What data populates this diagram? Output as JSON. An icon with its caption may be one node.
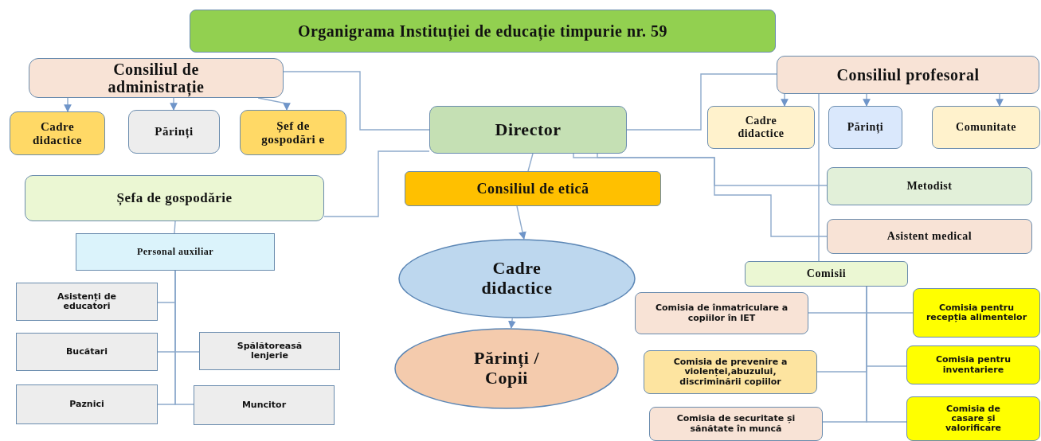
{
  "diagram": {
    "nodes": [
      {
        "text": [
          "Organigrama Instituției de educație timpurie nr. 59"
        ]
      },
      {
        "text": [
          "Consiliul de administrație"
        ]
      },
      {
        "text": [
          "Cadre didactice"
        ]
      },
      {
        "text": [
          "Părinți"
        ]
      },
      {
        "text": [
          "Șef de gospodări e"
        ]
      },
      {
        "text": [
          "Director"
        ]
      },
      {
        "text": [
          "Consiliul profesoral"
        ]
      },
      {
        "text": [
          "Cadre didactice"
        ]
      },
      {
        "text": [
          "Părinți"
        ]
      },
      {
        "text": [
          "Comunitate"
        ]
      },
      {
        "text": [
          "Șefa de gospodărie"
        ]
      },
      {
        "text": [
          "Consiliul de etică"
        ]
      },
      {
        "text": [
          "Metodist"
        ]
      },
      {
        "text": [
          "Personal auxiliar"
        ]
      },
      {
        "text": [
          "Cadre didactice"
        ]
      },
      {
        "text": [
          "Asistent medical"
        ]
      },
      {
        "text": [
          "Comisii"
        ]
      },
      {
        "text": [
          "Asistenți de educatori"
        ]
      },
      {
        "text": [
          "Comisia de înmatriculare a copiilor în IET"
        ]
      },
      {
        "text": [
          "Comisia pentru recepția alimentelor"
        ]
      },
      {
        "text": [
          "Bucătari"
        ]
      },
      {
        "text": [
          "Spălătoreasă lenjerie"
        ]
      },
      {
        "text": [
          "Părinți / Copii"
        ]
      },
      {
        "text": [
          "Comisia de prevenire a violenței,abuzului, discriminării copiilor"
        ]
      },
      {
        "text": [
          "Comisia pentru inventariere"
        ]
      },
      {
        "text": [
          "Paznici"
        ]
      },
      {
        "text": [
          "Muncitor"
        ]
      },
      {
        "text": [
          "Comisia de securitate și sănătate în muncă"
        ]
      },
      {
        "text": [
          "Comisia de casare și valorificare"
        ]
      }
    ],
    "edges": [
      {
        "from": 1,
        "to": 5,
        "arrow": "none"
      },
      {
        "from": 1,
        "to": 2,
        "arrow": "to"
      },
      {
        "from": 1,
        "to": 3,
        "arrow": "to"
      },
      {
        "from": 1,
        "to": 4,
        "arrow": "to"
      },
      {
        "from": 5,
        "to": 10,
        "arrow": "none"
      },
      {
        "from": 5,
        "to": 6,
        "arrow": "none"
      },
      {
        "from": 6,
        "to": 7,
        "arrow": "to"
      },
      {
        "from": 6,
        "to": 8,
        "arrow": "to"
      },
      {
        "from": 6,
        "to": 9,
        "arrow": "to"
      },
      {
        "from": 5,
        "to": 11,
        "arrow": "none"
      },
      {
        "from": 11,
        "to": 14,
        "arrow": "to"
      },
      {
        "from": 14,
        "to": 22,
        "arrow": "to"
      },
      {
        "from": 5,
        "to": 12,
        "arrow": "none"
      },
      {
        "from": 5,
        "to": 15,
        "arrow": "none"
      },
      {
        "from": 6,
        "to": 16,
        "arrow": "none"
      },
      {
        "from": 10,
        "to": 13,
        "arrow": "none"
      },
      {
        "from": 13,
        "to": 17,
        "arrow": "none"
      },
      {
        "from": 13,
        "to": 20,
        "arrow": "none"
      },
      {
        "from": 13,
        "to": 21,
        "arrow": "none"
      },
      {
        "from": 13,
        "to": 25,
        "arrow": "none"
      },
      {
        "from": 13,
        "to": 26,
        "arrow": "none"
      },
      {
        "from": 16,
        "to": 18,
        "arrow": "none"
      },
      {
        "from": 16,
        "to": 19,
        "arrow": "none"
      },
      {
        "from": 16,
        "to": 23,
        "arrow": "none"
      },
      {
        "from": 16,
        "to": 24,
        "arrow": "none"
      },
      {
        "from": 16,
        "to": 27,
        "arrow": "none"
      },
      {
        "from": 16,
        "to": 28,
        "arrow": "none"
      }
    ]
  }
}
